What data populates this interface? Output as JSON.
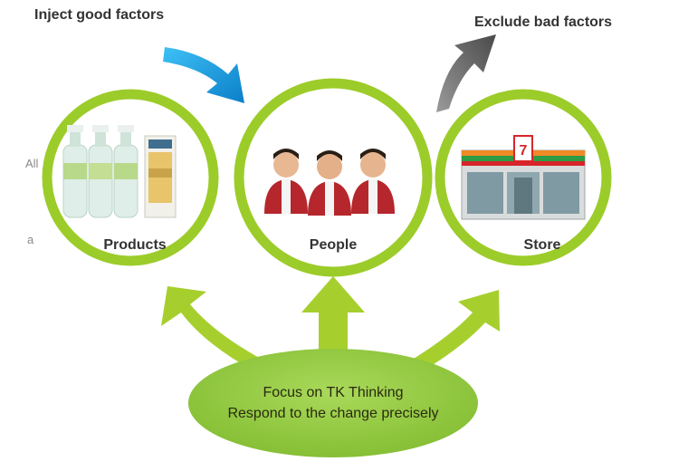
{
  "top_labels": {
    "inject": "Inject good factors",
    "exclude": "Exclude bad factors"
  },
  "side_fragments": [
    "All",
    "a"
  ],
  "circles": [
    {
      "label": "Products",
      "icon": "products-image"
    },
    {
      "label": "People",
      "icon": "people-image"
    },
    {
      "label": "Store",
      "icon": "store-image"
    }
  ],
  "focus": {
    "line1": "Focus on TK Thinking",
    "line2": "Respond to the change precisely"
  },
  "colors": {
    "ring": "#9ccc2a",
    "arrow_green": "#a6cf2e",
    "ellipse": "#8dc63f",
    "arrow_blue": "#1e9fe0",
    "arrow_gray": "#6b6b6b"
  }
}
